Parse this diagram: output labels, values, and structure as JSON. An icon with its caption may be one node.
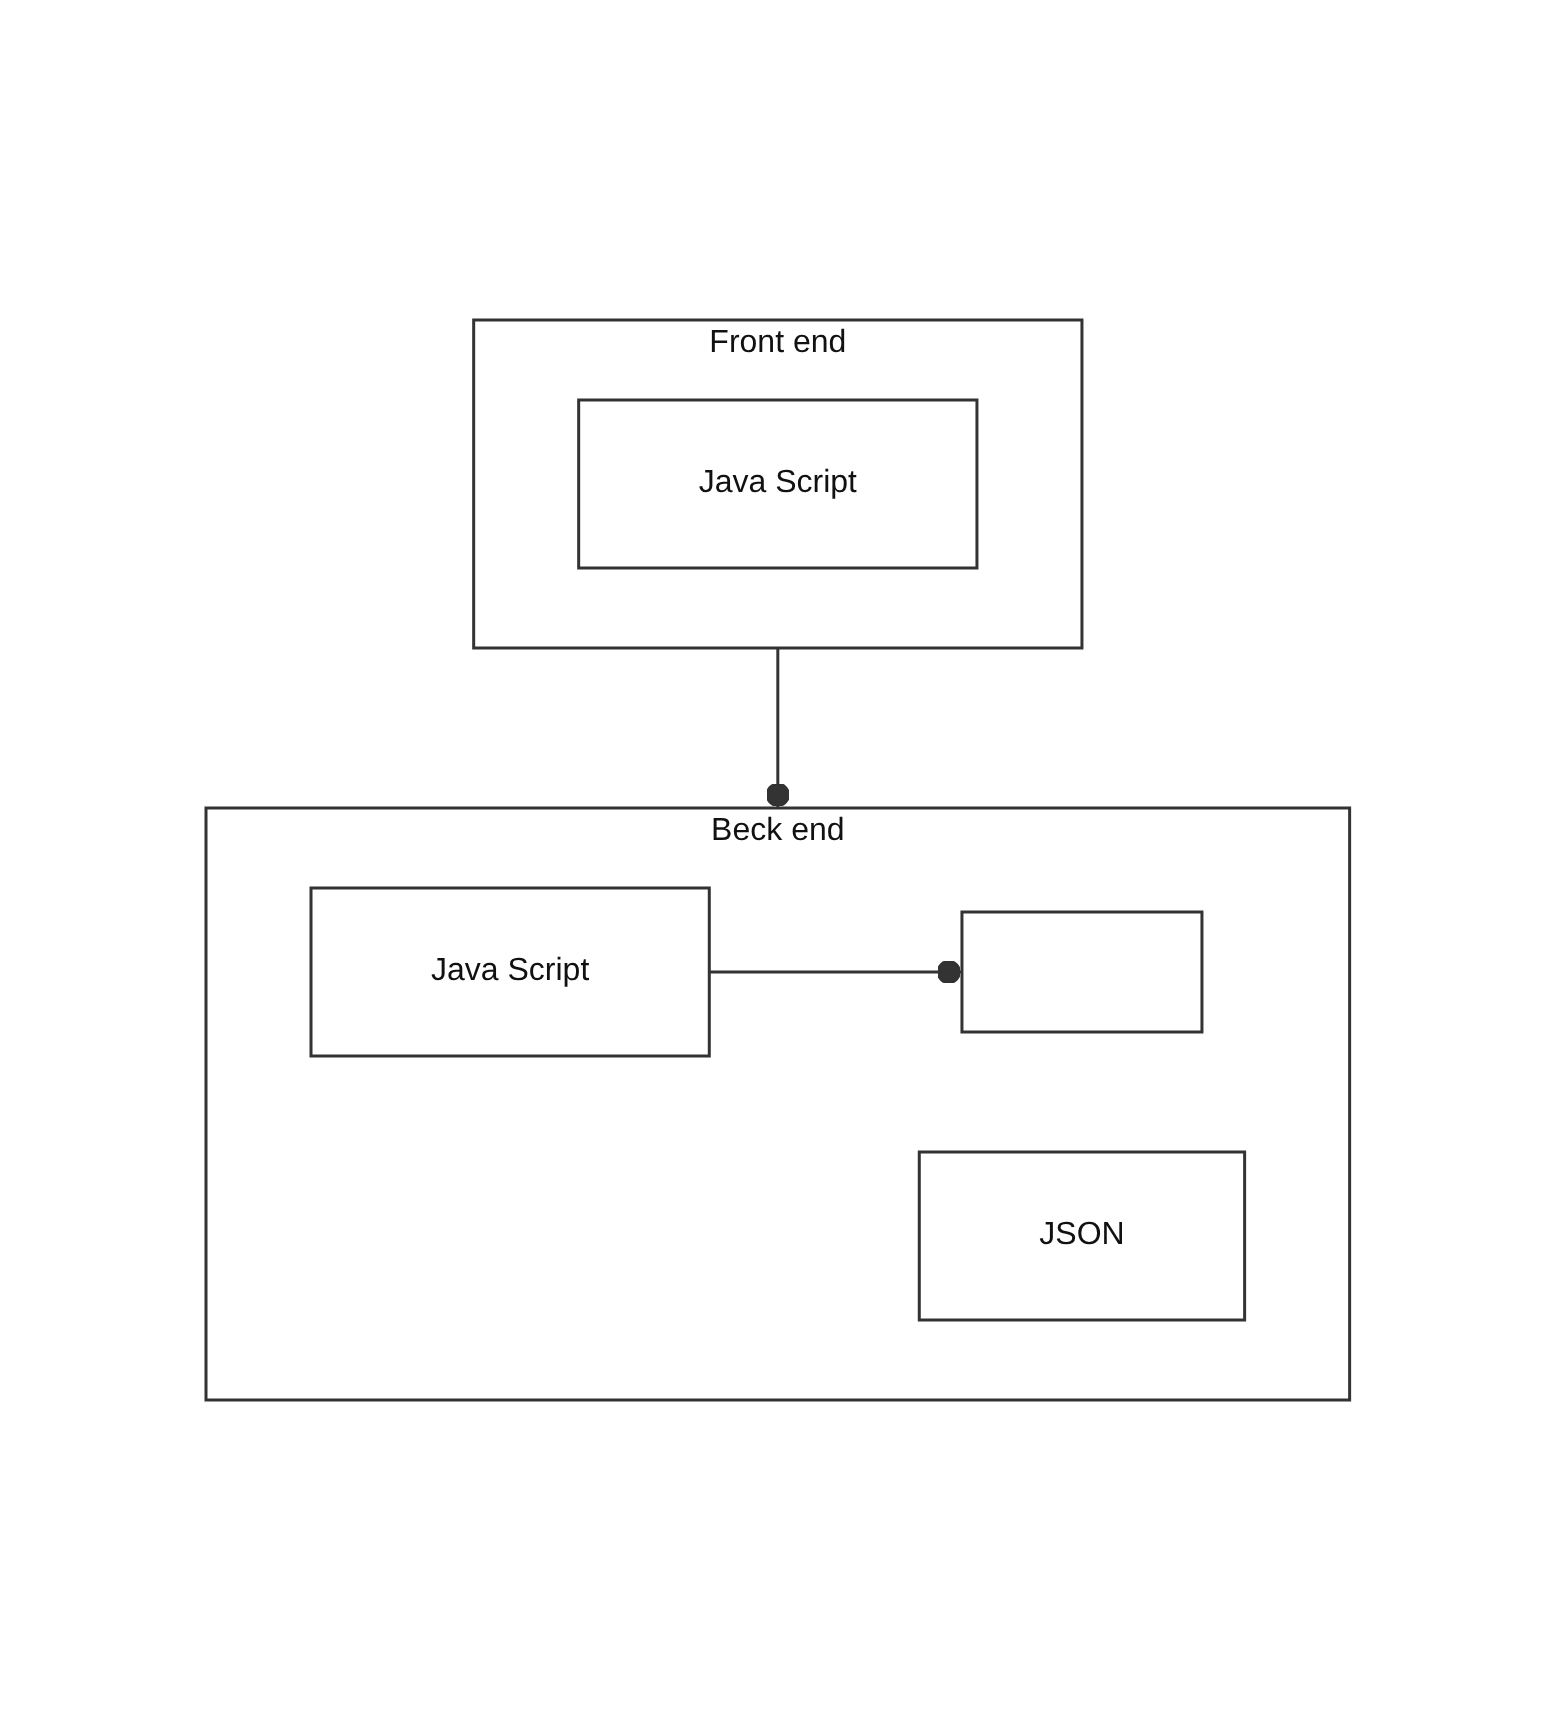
{
  "diagram": {
    "nodes": [
      {
        "text": [
          "Front end"
        ]
      },
      {
        "text": [
          "Java Script"
        ],
        "in": 0
      },
      {
        "text": [
          "Beck end"
        ]
      },
      {
        "text": [
          "Java Script"
        ],
        "in": 2
      },
      {
        "text": [],
        "shape": "box",
        "in": 2
      },
      {
        "text": [
          "JSON"
        ],
        "in": 2
      }
    ],
    "edges": [
      {
        "from": 0,
        "to": 2,
        "arrow": "other"
      },
      {
        "from": 3,
        "to": 4,
        "arrow": "other"
      }
    ]
  }
}
